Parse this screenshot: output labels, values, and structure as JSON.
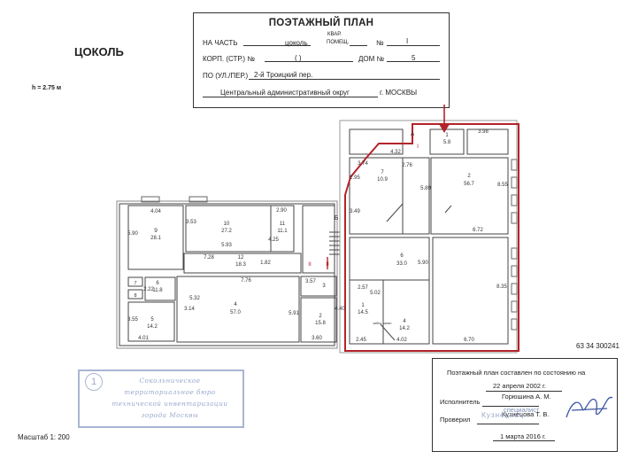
{
  "header": {
    "title": "ПОЭТАЖНЫЙ ПЛАН",
    "row1_label": "НА ЧАСТЬ",
    "row1_value": "цоколь",
    "row1_kvar": "КВАР.",
    "row1_pomesh": "ПОМЕЩ.",
    "row1_num_label": "№",
    "row1_num_value": "I",
    "row2_label": "КОРП. (СТР.) №",
    "row2_value": "(                    )",
    "row2_dom_label": "ДОМ №",
    "row2_dom_value": "5",
    "row3_label": "ПО (УЛ./ПЕР.)",
    "row3_value": "2-й Троицкий пер.",
    "row4_value": "Центральный административный округ",
    "row4_city": "г. МОСКВЫ"
  },
  "floor_title": "ЦОКОЛЬ",
  "height_label": "h = 2.75 м",
  "id_number": "63 34 300241",
  "scale_label": "Масштаб 1: 200",
  "stamp": {
    "number": "1",
    "line1": "Сокольническое",
    "line2": "территориальное бюро",
    "line3": "технической инвентаризации",
    "line4": "города Москвы"
  },
  "info_box": {
    "line1": "Поэтажный план составлен по состоянию на",
    "date": "22 апреля 2002 г.",
    "executor_label": "Исполнитель",
    "executor_name": "Горюшина А. М.",
    "executor_role": "специалист",
    "checker_label": "Проверил",
    "checker_name": "Кузнецова Т. В.",
    "check_date": "1 марта 2016 г.",
    "stamp_text": "Кузнецова"
  },
  "plan_labels": {
    "r9_num": "9",
    "r9_area": "28.1",
    "r9_w": "4.04",
    "r9_h": "5.90",
    "r10_num": "10",
    "r10_area": "27.2",
    "r10_h": "3.53",
    "r10_w": "5.93",
    "r11_num": "11",
    "r11_area": "11.1",
    "r11_w": "2.90",
    "r11_h": "4.25",
    "r12_num": "12",
    "r12_area": "18.3",
    "r12_w": "7.28",
    "r12_h": "1.82",
    "rB": "Б",
    "r6_num": "6",
    "r6_area": "11.8",
    "r6_w": "5.32",
    "r6_h": "2.22",
    "r7_num": "7",
    "r8_num": "8",
    "r4a_num": "4",
    "r4a_area": "57.0",
    "r4a_w": "7.76",
    "r4a_w2": "3.14",
    "r4a_h": "5.91",
    "r5a_num": "5",
    "r5a_area": "14.2",
    "r5a_h": "3.55",
    "r5a_w": "4.01",
    "r3_num": "3",
    "r3_w": "3.57",
    "r2a_num": "2",
    "r2a_area": "15.8",
    "r2a_h": "4.40",
    "r2a_w": "3.60",
    "rA": "А",
    "r1top_num": "1",
    "r1top_area": "5.8",
    "r3_98": "3.98",
    "r432": "4.32",
    "r7r_num": "7",
    "r7r_area": "10.9",
    "r7r_w": "3.74",
    "r7r_h": "2.95",
    "r276": "2.76",
    "r589": "5.89",
    "r2r_num": "2",
    "r2r_area": "56.7",
    "r2r_h": "8.55",
    "r2r_w": "6.72",
    "r349": "3.49",
    "r6r_num": "6",
    "r6r_area": "33.0",
    "r6r_h": "5.90",
    "r257": "2.57",
    "r502": "5.02",
    "r1r_num": "1",
    "r1r_area": "14.5",
    "r4r_num": "4",
    "r4r_area": "14.2",
    "r245": "2.45",
    "r402": "4.02",
    "r670": "6.70",
    "r835": "8.35",
    "red_I": "I",
    "red_II": "II",
    "red_II2": "II",
    "tiny": "кабел. канал"
  }
}
